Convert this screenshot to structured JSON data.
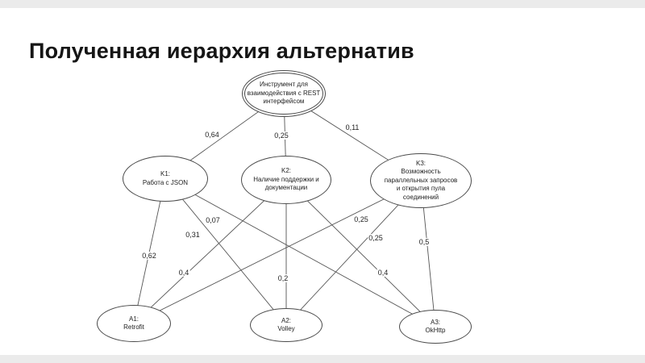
{
  "slide": {
    "title": "Полученная иерархия альтернатив"
  },
  "diagram": {
    "nodes": {
      "root": {
        "label": "Инструмент для\nвзаимодействия с REST\nинтерфейсом",
        "shape": "double-ellipse"
      },
      "k1": {
        "label": "K1:\nРабота с JSON",
        "shape": "ellipse"
      },
      "k2": {
        "label": "K2:\nНаличие поддержки и\nдокументации",
        "shape": "ellipse"
      },
      "k3": {
        "label": "K3:\nВозможность\nпараллельных запросов\nи открытия пула\nсоединений",
        "shape": "ellipse"
      },
      "a1": {
        "label": "A1:\nRetrofit",
        "shape": "ellipse"
      },
      "a2": {
        "label": "A2:\nVolley",
        "shape": "ellipse"
      },
      "a3": {
        "label": "A3:\nOkHttp",
        "shape": "ellipse"
      }
    },
    "edges": {
      "root_k1": {
        "from": "root",
        "to": "k1",
        "label": "0,64"
      },
      "root_k2": {
        "from": "root",
        "to": "k2",
        "label": "0,25"
      },
      "root_k3": {
        "from": "root",
        "to": "k3",
        "label": "0,11"
      },
      "k1_a1": {
        "from": "k1",
        "to": "a1",
        "label": "0,62"
      },
      "k1_a2": {
        "from": "k1",
        "to": "a2",
        "label": "0,31"
      },
      "k1_a3": {
        "from": "k1",
        "to": "a3",
        "label": "0,07"
      },
      "k2_a1": {
        "from": "k2",
        "to": "a1",
        "label": "0,4"
      },
      "k2_a2": {
        "from": "k2",
        "to": "a2",
        "label": "0,2"
      },
      "k2_a3": {
        "from": "k2",
        "to": "a3",
        "label": "0,4"
      },
      "k3_a1": {
        "from": "k3",
        "to": "a1",
        "label": "0,25"
      },
      "k3_a2": {
        "from": "k3",
        "to": "a2",
        "label": "0,25"
      },
      "k3_a3": {
        "from": "k3",
        "to": "a3",
        "label": "0,5"
      }
    }
  }
}
